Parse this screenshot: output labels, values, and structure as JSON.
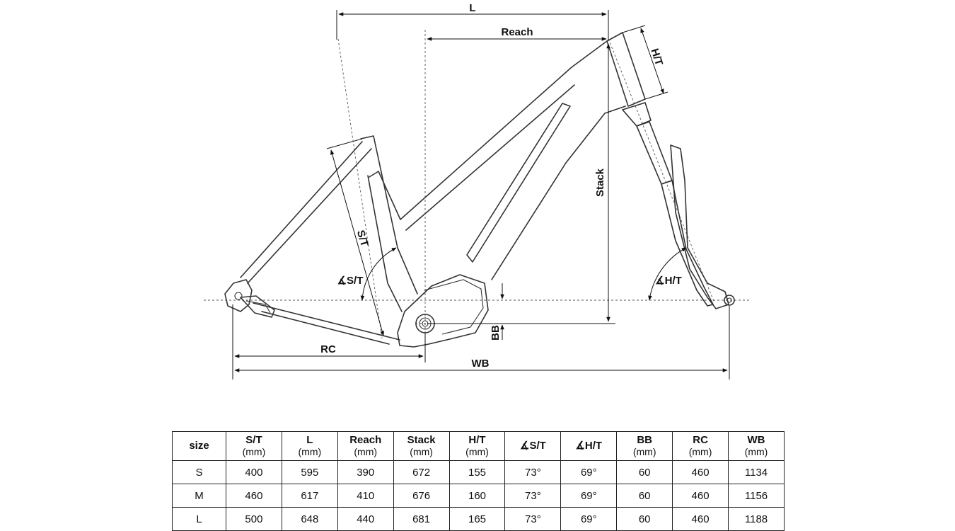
{
  "diagram": {
    "labels": {
      "L": "L",
      "reach": "Reach",
      "ht": "H/T",
      "stack": "Stack",
      "st": "S/T",
      "st_angle": "∡S/T",
      "ht_angle": "∡H/T",
      "bb": "BB",
      "rc": "RC",
      "wb": "WB"
    }
  },
  "table": {
    "headers": [
      {
        "label": "size",
        "unit": ""
      },
      {
        "label": "S/T",
        "unit": "(mm)"
      },
      {
        "label": "L",
        "unit": "(mm)"
      },
      {
        "label": "Reach",
        "unit": "(mm)"
      },
      {
        "label": "Stack",
        "unit": "(mm)"
      },
      {
        "label": "H/T",
        "unit": "(mm)"
      },
      {
        "label": "∡S/T",
        "unit": ""
      },
      {
        "label": "∡H/T",
        "unit": ""
      },
      {
        "label": "BB",
        "unit": "(mm)"
      },
      {
        "label": "RC",
        "unit": "(mm)"
      },
      {
        "label": "WB",
        "unit": "(mm)"
      }
    ],
    "rows": [
      [
        "S",
        "400",
        "595",
        "390",
        "672",
        "155",
        "73°",
        "69°",
        "60",
        "460",
        "1134"
      ],
      [
        "M",
        "460",
        "617",
        "410",
        "676",
        "160",
        "73°",
        "69°",
        "60",
        "460",
        "1156"
      ],
      [
        "L",
        "500",
        "648",
        "440",
        "681",
        "165",
        "73°",
        "69°",
        "60",
        "460",
        "1188"
      ]
    ]
  }
}
